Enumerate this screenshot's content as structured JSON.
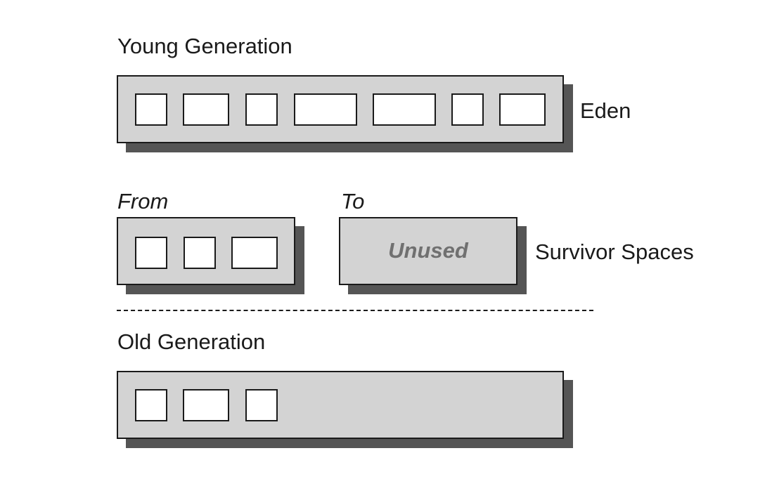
{
  "young_generation": {
    "title": "Young Generation",
    "eden": {
      "label": "Eden",
      "object_count": 7
    },
    "survivor_spaces": {
      "label": "Survivor Spaces",
      "from": {
        "label": "From",
        "object_count": 3
      },
      "to": {
        "label": "To",
        "status": "Unused"
      }
    }
  },
  "old_generation": {
    "title": "Old Generation",
    "object_count": 3
  },
  "colors": {
    "region_fill": "#d3d3d3",
    "region_shadow": "#555555",
    "object_fill": "#ffffff",
    "outline": "#1a1a1a",
    "unused_text": "#707070"
  }
}
